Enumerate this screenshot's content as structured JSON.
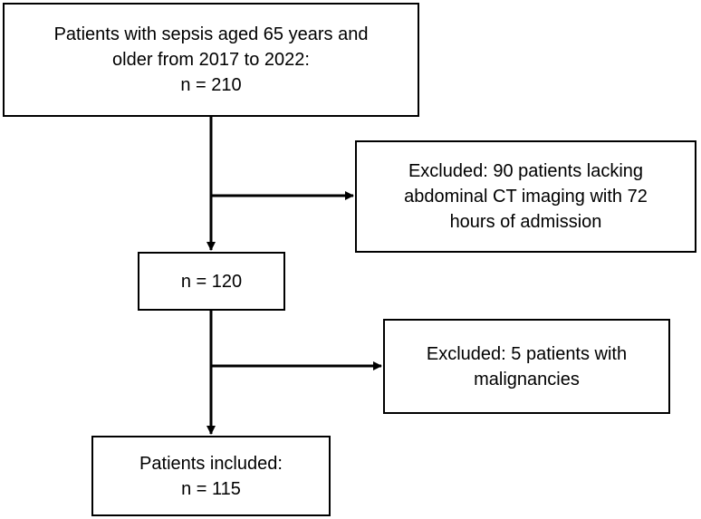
{
  "flowchart": {
    "start": {
      "lines": [
        "Patients with sepsis aged 65 years and",
        "older from 2017 to 2022:",
        "n = 210"
      ]
    },
    "exclusion_1": {
      "lines": [
        "Excluded: 90 patients lacking",
        "abdominal CT imaging with 72",
        "hours of admission"
      ]
    },
    "intermediate": {
      "lines": [
        "n = 120"
      ]
    },
    "exclusion_2": {
      "lines": [
        "Excluded: 5 patients with",
        "malignancies"
      ]
    },
    "final": {
      "lines": [
        "Patients included:",
        "n = 115"
      ]
    }
  },
  "colors": {
    "stroke": "#000000",
    "background": "#ffffff"
  }
}
